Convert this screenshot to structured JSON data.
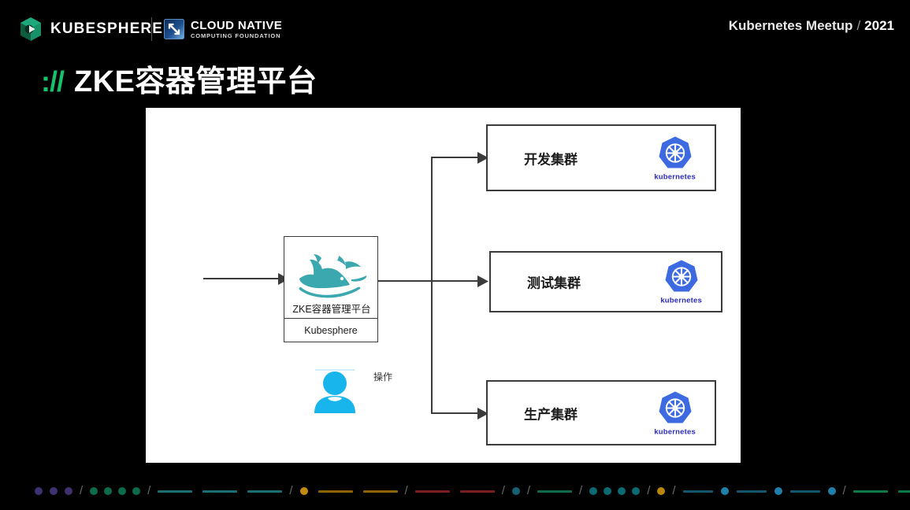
{
  "header": {
    "brand_name": "KUBESPHERE",
    "brand_logo_icon": "kubesphere-hex-logo-icon",
    "divider": "|",
    "cncf_logo_icon": "cncf-arrows-logo-icon",
    "cncf_title": "CLOUD NATIVE",
    "cncf_subtitle": "COMPUTING FOUNDATION",
    "meetup_label": "Kubernetes Meetup",
    "meetup_separator": "/",
    "meetup_year": "2021",
    "accent_green": "#18c16b"
  },
  "title": {
    "prefix": "://",
    "text": "ZKE容器管理平台",
    "prefix_color": "#18c16b",
    "text_color": "#ffffff"
  },
  "diagram": {
    "background": "#ffffff",
    "actor": {
      "icon": "user-avatar-icon",
      "color": "#18b4ec"
    },
    "edge_label": "操作",
    "platform": {
      "icon": "whale-icon",
      "icon_color": "#3ba8b0",
      "caption": "ZKE容器管理平台",
      "subcaption": "Kubesphere",
      "border_color": "#3b3b3b"
    },
    "clusters": [
      {
        "label": "开发集群",
        "logo_icon": "kubernetes-helm-logo-icon",
        "logo_word": "kubernetes",
        "logo_color": "#3d6ae0"
      },
      {
        "label": "测试集群",
        "logo_icon": "kubernetes-helm-logo-icon",
        "logo_word": "kubernetes",
        "logo_color": "#3d6ae0"
      },
      {
        "label": "生产集群",
        "logo_icon": "kubernetes-helm-logo-icon",
        "logo_word": "kubernetes",
        "logo_color": "#3d6ae0"
      }
    ]
  },
  "footer": {
    "separator": "/",
    "groups": [
      {
        "kind": "dots",
        "count": 3,
        "color": "#3f3170",
        "size": 10,
        "gap": 9
      },
      {
        "kind": "dots",
        "count": 4,
        "color": "#0e6b4a",
        "size": 10,
        "gap": 8
      },
      {
        "kind": "dashes",
        "count": 3,
        "color": "#1d6e72",
        "width": 44,
        "gap": 13
      },
      {
        "kind": "mixed-dot-dashes",
        "count": 2,
        "color": "#8a6405",
        "dot_color": "#c08a10",
        "width": 44,
        "gap": 13,
        "size": 10
      },
      {
        "kind": "dashes",
        "count": 2,
        "color": "#7a1f1f",
        "width": 44,
        "gap": 13
      },
      {
        "kind": "dots",
        "count": 1,
        "color": "#1b5f73",
        "size": 10,
        "gap": 8
      },
      {
        "kind": "dashes",
        "count": 1,
        "color": "#0f6b4a",
        "width": 44,
        "gap": 13
      },
      {
        "kind": "dots",
        "count": 4,
        "color": "#0d6a72",
        "size": 10,
        "gap": 8
      },
      {
        "kind": "dots",
        "count": 1,
        "color": "#b8860b",
        "size": 10,
        "gap": 8
      },
      {
        "kind": "dash-dot-alt",
        "count": 3,
        "color": "#13566e",
        "dot_color": "#1f7fa8",
        "width": 38,
        "gap": 10,
        "size": 10
      },
      {
        "kind": "dashes",
        "count": 3,
        "color": "#0d7a46",
        "width": 44,
        "gap": 13
      },
      {
        "kind": "dash-then-dots",
        "color": "#3a2f6e",
        "dot_color": "#4a3d8f",
        "width": 44,
        "gap": 12,
        "size": 10,
        "dot_count": 2
      },
      {
        "kind": "dots",
        "count": 1,
        "color": "#c0392b",
        "size": 10,
        "gap": 8
      }
    ]
  }
}
